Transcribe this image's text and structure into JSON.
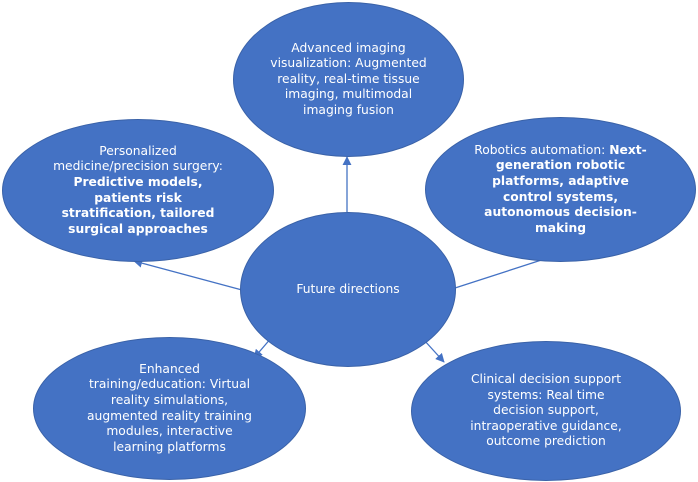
{
  "colors": {
    "node_fill": "#4472c4",
    "node_border": "#3a62a8",
    "connector": "#4472c4",
    "text": "#ffffff"
  },
  "center": {
    "label": "Future directions"
  },
  "nodes": {
    "imaging": {
      "lines": [
        "Advanced imaging",
        "visualization: Augmented",
        "reality, real-time tissue",
        "imaging, multimodal",
        "imaging fusion"
      ]
    },
    "personalized": {
      "lines": [
        "Personalized",
        "medicine/precision surgery:"
      ],
      "bold_lines": [
        "Predictive models,",
        "patients risk",
        "stratification, tailored",
        "surgical approaches"
      ]
    },
    "robotics": {
      "prefix": "Robotics automation: ",
      "bold_first": "Next-",
      "bold_lines": [
        "generation robotic",
        "platforms, adaptive",
        "control systems,",
        "autonomous decision-",
        "making"
      ]
    },
    "training": {
      "lines": [
        "Enhanced",
        "training/education: Virtual",
        "reality simulations,",
        "augmented reality training",
        "modules, interactive",
        "learning platforms"
      ]
    },
    "decision": {
      "lines": [
        "Clinical decision support",
        "systems: Real time",
        "decision support,",
        "intraoperative guidance,",
        "outcome prediction"
      ]
    }
  }
}
